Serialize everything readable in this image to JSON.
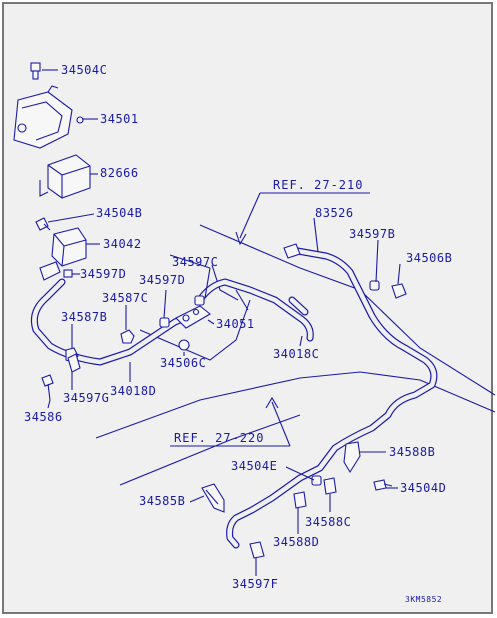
{
  "diagram": {
    "part_labels": {
      "p1": "34504C",
      "p2": "34501",
      "p3": "82666",
      "p4": "34504B",
      "p5": "34042",
      "p6": "34597D",
      "p7": "34597C",
      "p8": "34597D",
      "p9": "34587C",
      "p10": "34587B",
      "p11": "34051",
      "p12": "34506C",
      "p13": "34018D",
      "p14": "34597G",
      "p15": "34586",
      "p16": "83526",
      "p17": "34597B",
      "p18": "34506B",
      "p19": "34018C",
      "p20": "34504E",
      "p21": "34588B",
      "p22": "34504D",
      "p23": "34585B",
      "p24": "34588C",
      "p25": "34588D",
      "p26": "34597F"
    },
    "references": {
      "r1": "REF. 27-210",
      "r2": "REF. 27-220"
    },
    "drawing_code": "3KM5852"
  }
}
